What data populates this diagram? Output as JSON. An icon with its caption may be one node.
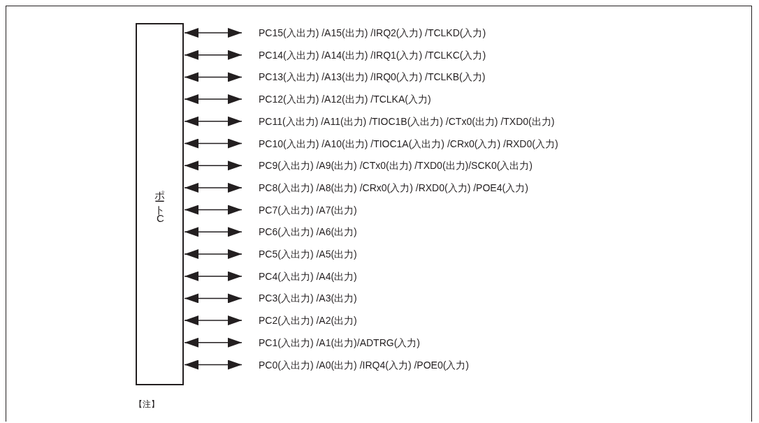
{
  "diagram": {
    "nodes": [
      {
        "text": [
          "ポートC"
        ]
      },
      {
        "text": [
          "PC15(入出力) /A15(出力) /IRQ2(入力) /TCLKD(入力)"
        ]
      },
      {
        "text": [
          "PC14(入出力) /A14(出力) /IRQ1(入力) /TCLKC(入力)"
        ]
      },
      {
        "text": [
          "PC13(入出力) /A13(出力) /IRQ0(入力) /TCLKB(入力)"
        ]
      },
      {
        "text": [
          "PC12(入出力) /A12(出力) /TCLKA(入力)"
        ]
      },
      {
        "text": [
          "PC11(入出力) /A11(出力) /TIOC1B(入出力) /CTx0(出力) /TXD0(出力)"
        ]
      },
      {
        "text": [
          "PC10(入出力) /A10(出力) /TIOC1A(入出力) /CRx0(入力) /RXD0(入力)"
        ]
      },
      {
        "text": [
          "PC9(入出力) /A9(出力) /CTx0(出力) /TXD0(出力)/SCK0(入出力)"
        ]
      },
      {
        "text": [
          "PC8(入出力) /A8(出力) /CRx0(入力) /RXD0(入力) /POE4(入力)"
        ]
      },
      {
        "text": [
          "PC7(入出力) /A7(出力)"
        ]
      },
      {
        "text": [
          "PC6(入出力) /A6(出力)"
        ]
      },
      {
        "text": [
          "PC5(入出力) /A5(出力)"
        ]
      },
      {
        "text": [
          "PC4(入出力) /A4(出力)"
        ]
      },
      {
        "text": [
          "PC3(入出力) /A3(出力)"
        ]
      },
      {
        "text": [
          "PC2(入出力) /A2(出力)"
        ]
      },
      {
        "text": [
          "PC1(入出力) /A1(出力)/ADTRG(入力)"
        ]
      },
      {
        "text": [
          "PC0(入出力) /A0(出力) /IRQ4(入力) /POE0(入力)"
        ]
      }
    ],
    "edges": [
      {
        "from": 0,
        "to": 1,
        "arrow": "both"
      },
      {
        "from": 0,
        "to": 2,
        "arrow": "both"
      },
      {
        "from": 0,
        "to": 3,
        "arrow": "both"
      },
      {
        "from": 0,
        "to": 4,
        "arrow": "both"
      },
      {
        "from": 0,
        "to": 5,
        "arrow": "both"
      },
      {
        "from": 0,
        "to": 6,
        "arrow": "both"
      },
      {
        "from": 0,
        "to": 7,
        "arrow": "both"
      },
      {
        "from": 0,
        "to": 8,
        "arrow": "both"
      },
      {
        "from": 0,
        "to": 9,
        "arrow": "both"
      },
      {
        "from": 0,
        "to": 10,
        "arrow": "both"
      },
      {
        "from": 0,
        "to": 11,
        "arrow": "both"
      },
      {
        "from": 0,
        "to": 12,
        "arrow": "both"
      },
      {
        "from": 0,
        "to": 13,
        "arrow": "both"
      },
      {
        "from": 0,
        "to": 14,
        "arrow": "both"
      },
      {
        "from": 0,
        "to": 15,
        "arrow": "both"
      },
      {
        "from": 0,
        "to": 16,
        "arrow": "both"
      }
    ],
    "labels": [
      "【注】"
    ]
  }
}
